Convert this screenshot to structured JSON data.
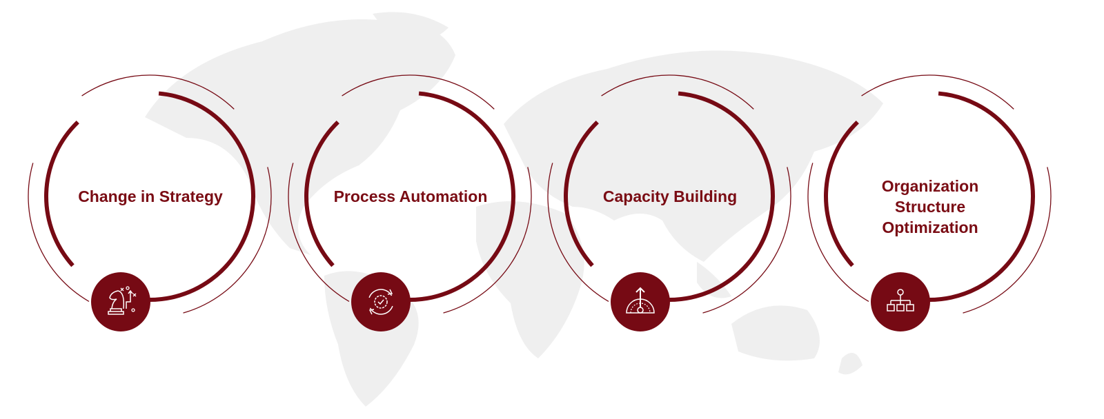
{
  "colors": {
    "accent": "#760a14",
    "map": "#eeeeee"
  },
  "steps": [
    {
      "title": "Change in Strategy",
      "icon": "chess-knight-strategy-icon"
    },
    {
      "title": "Process Automation",
      "icon": "gear-refresh-check-icon"
    },
    {
      "title": "Capacity Building",
      "icon": "growth-arrow-gauge-icon"
    },
    {
      "title": "Organization Structure Optimization",
      "icon": "org-chart-icon"
    }
  ]
}
